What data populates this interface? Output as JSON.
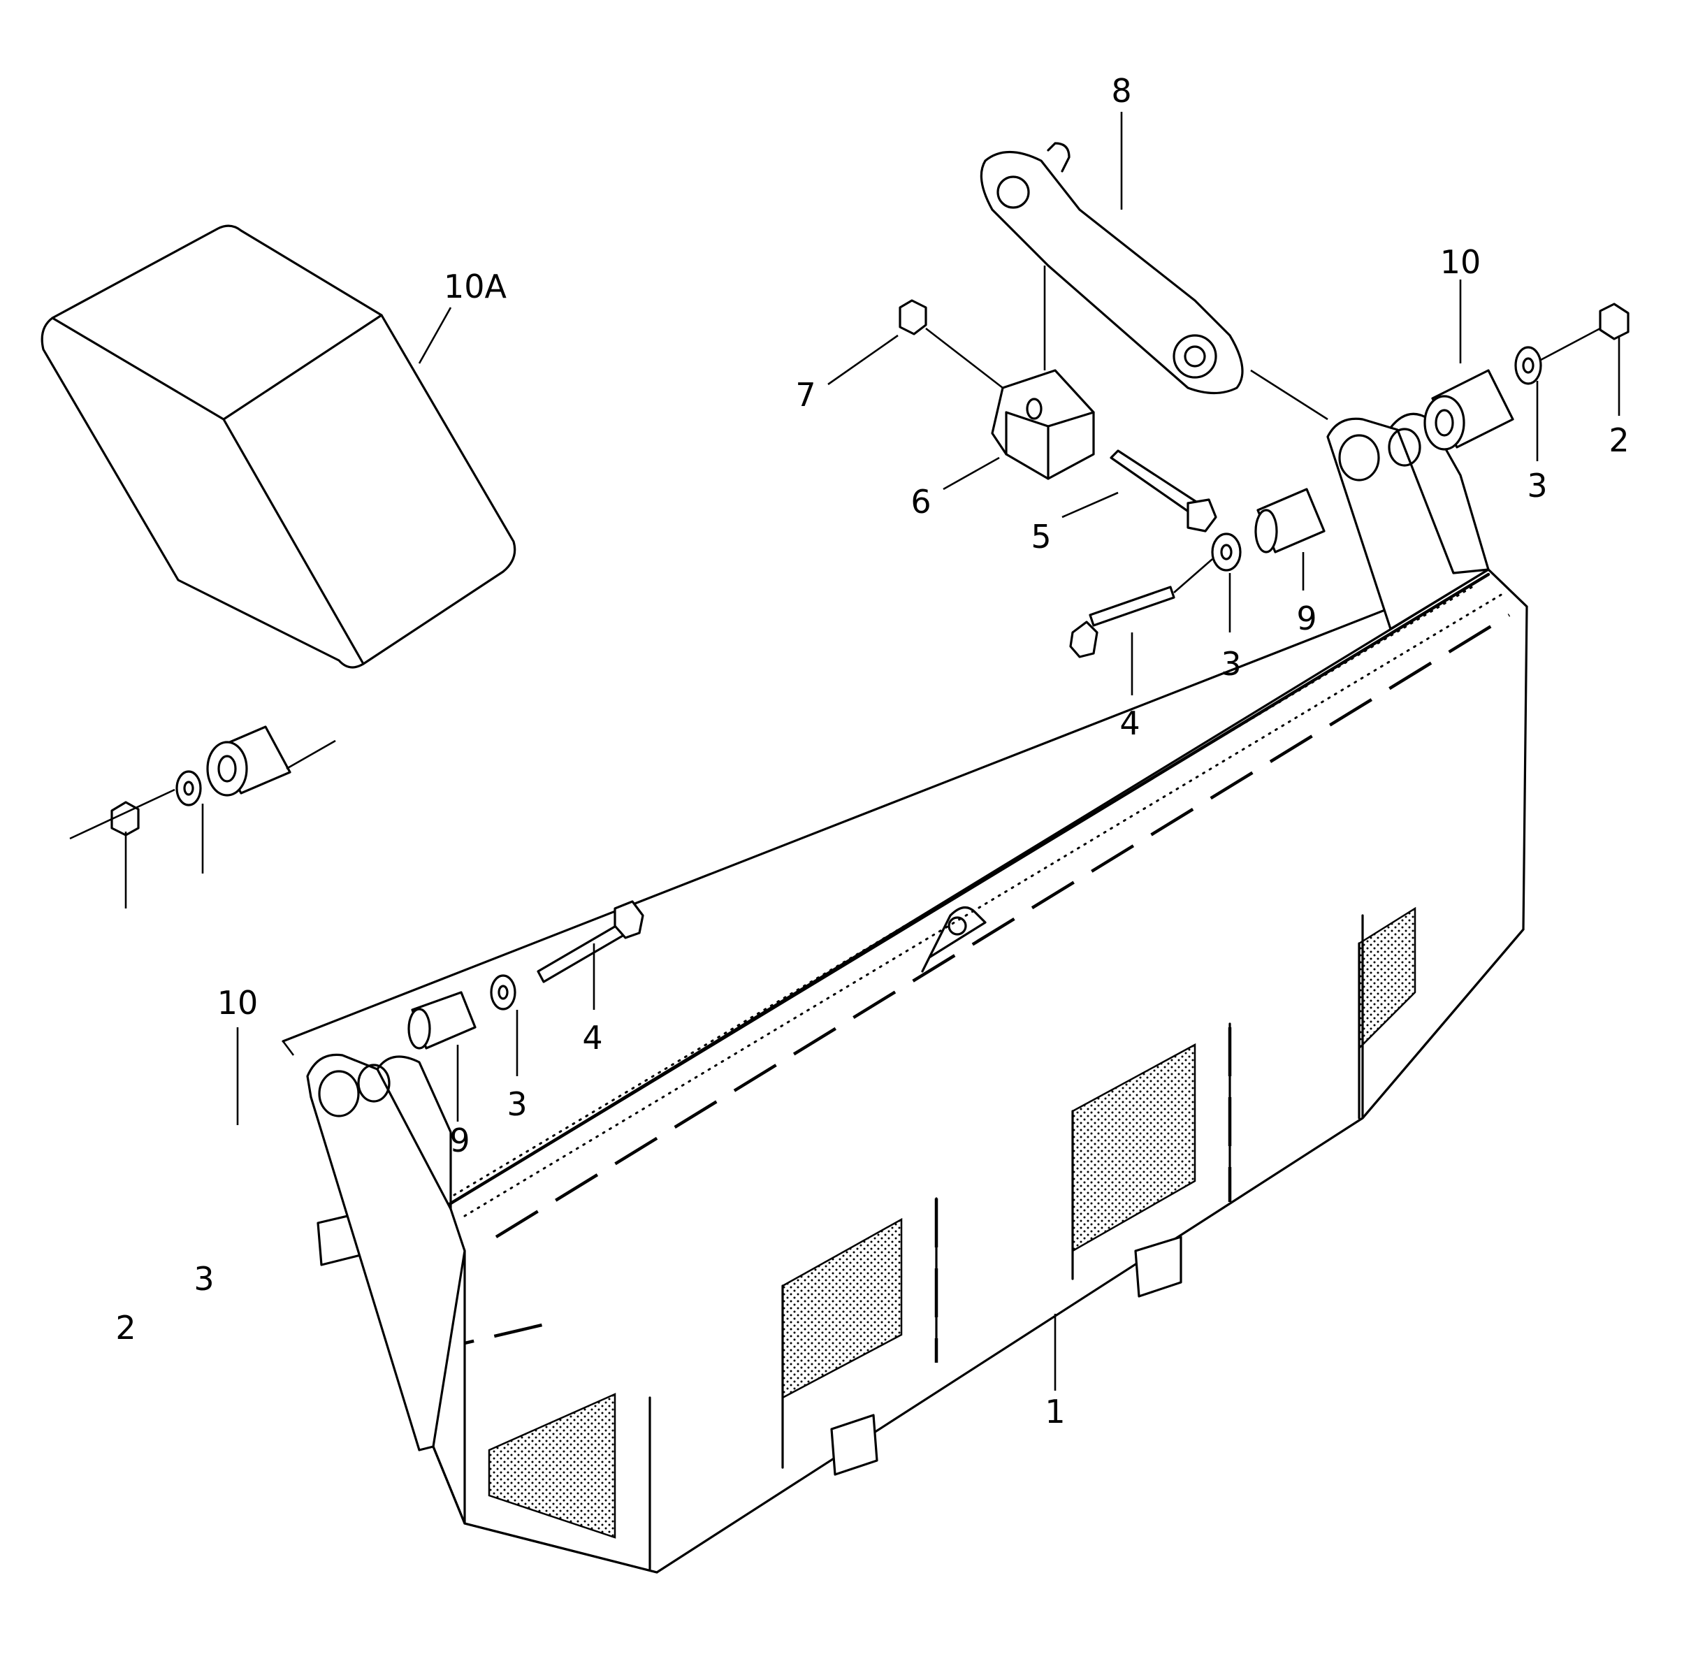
{
  "diagram": {
    "callouts": [
      {
        "id": "c-8",
        "text": "8"
      },
      {
        "id": "c-10a",
        "text": "10A"
      },
      {
        "id": "c-7",
        "text": "7"
      },
      {
        "id": "c-6",
        "text": "6"
      },
      {
        "id": "c-5",
        "text": "5"
      },
      {
        "id": "c-10-right",
        "text": "10"
      },
      {
        "id": "c-2-right",
        "text": "2"
      },
      {
        "id": "c-3-right",
        "text": "3"
      },
      {
        "id": "c-9-right",
        "text": "9"
      },
      {
        "id": "c-3-center",
        "text": "3"
      },
      {
        "id": "c-4-right",
        "text": "4"
      },
      {
        "id": "c-4-left",
        "text": "4"
      },
      {
        "id": "c-10-left",
        "text": "10"
      },
      {
        "id": "c-9-left",
        "text": "9"
      },
      {
        "id": "c-3-left-upper",
        "text": "3"
      },
      {
        "id": "c-3-left-lower",
        "text": "3"
      },
      {
        "id": "c-2-left",
        "text": "2"
      },
      {
        "id": "c-1",
        "text": "1"
      }
    ]
  }
}
